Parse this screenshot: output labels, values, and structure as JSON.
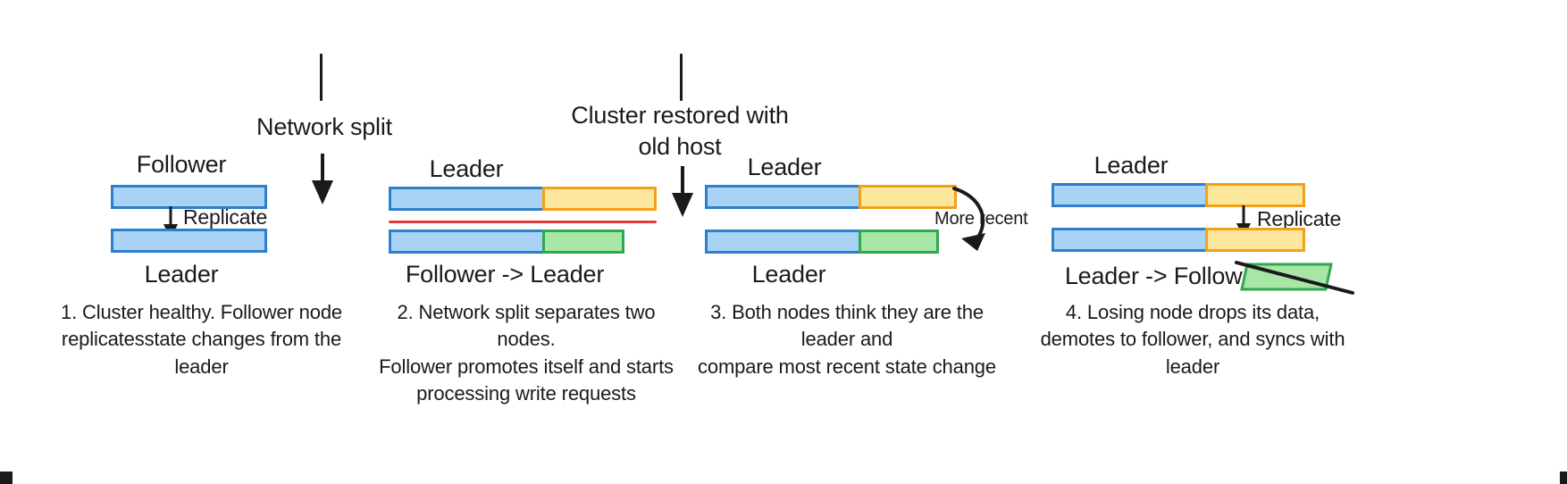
{
  "figure": {
    "title_present": false,
    "background_color": "#ffffff",
    "palette": {
      "blue_fill": "#a9d3f5",
      "blue_border": "#2b7fcb",
      "yellow_fill": "#fde79c",
      "yellow_border": "#f3a019",
      "green_fill": "#a8e6a6",
      "green_border": "#2fa84f",
      "split_red": "#e03a3a",
      "ink": "#1a1a1a"
    }
  },
  "transitions": [
    {
      "id": "network-split",
      "label": "Network split"
    },
    {
      "id": "cluster-restored",
      "label": "Cluster restored with\nold host"
    }
  ],
  "panels": [
    {
      "id": "panel-1",
      "step": 1,
      "top_label": "Follower",
      "bottom_label": "Leader",
      "caption": "1. Cluster healthy. Follower node\nreplicatesstate changes from the leader",
      "inner_arrow_label": "Replicate",
      "top_bar": [
        {
          "color": "blue",
          "width": 175
        }
      ],
      "bottom_bar": [
        {
          "color": "blue",
          "width": 175
        }
      ]
    },
    {
      "id": "panel-2",
      "step": 2,
      "top_label": "Leader",
      "bottom_label": "Follower -> Leader",
      "caption": "2. Network split separates two nodes.\nFollower promotes itself and starts\nprocessing write requests",
      "split_line": true,
      "top_bar": [
        {
          "color": "blue",
          "width": 175
        },
        {
          "color": "yellow",
          "width": 128
        }
      ],
      "bottom_bar": [
        {
          "color": "blue",
          "width": 175
        },
        {
          "color": "green",
          "width": 92
        }
      ]
    },
    {
      "id": "panel-3",
      "step": 3,
      "top_label": "Leader",
      "bottom_label": "Leader",
      "caption": "3. Both nodes think they are the leader and\ncompare most recent state change",
      "compare_arrow_label": "More recent",
      "top_bar": [
        {
          "color": "blue",
          "width": 175
        },
        {
          "color": "yellow",
          "width": 110
        }
      ],
      "bottom_bar": [
        {
          "color": "blue",
          "width": 175
        },
        {
          "color": "green",
          "width": 90
        }
      ]
    },
    {
      "id": "panel-4",
      "step": 4,
      "top_label": "Leader",
      "bottom_label": "Leader -> Follower",
      "caption": "4. Losing node drops its data,\ndemotes to follower, and syncs with leader",
      "inner_arrow_label": "Replicate",
      "top_bar": [
        {
          "color": "blue",
          "width": 175
        },
        {
          "color": "yellow",
          "width": 112
        }
      ],
      "bottom_bar": [
        {
          "color": "blue",
          "width": 175
        },
        {
          "color": "yellow",
          "width": 112
        }
      ],
      "discarded_block": {
        "color": "green",
        "struck_through": true
      }
    }
  ]
}
